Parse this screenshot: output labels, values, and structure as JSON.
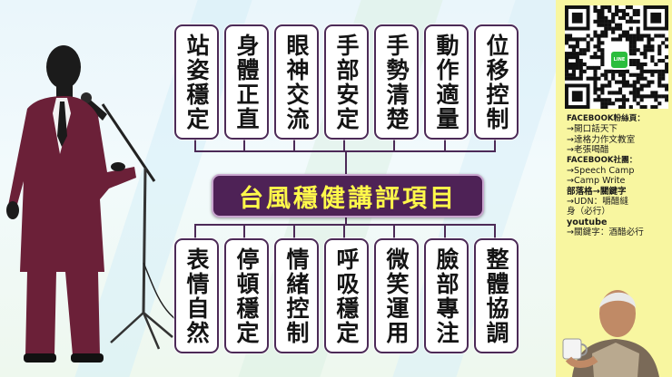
{
  "title": "台風穩健講評項目",
  "top_items": [
    "站姿穩定",
    "身體正直",
    "眼神交流",
    "手部安定",
    "手勢清楚",
    "動作適量",
    "位移控制"
  ],
  "bottom_items": [
    "表情自然",
    "停頓穩定",
    "情緒控制",
    "呼吸穩定",
    "微笑運用",
    "臉部專注",
    "整體協調"
  ],
  "sidebar": {
    "line_badge": "LINE",
    "facebook_page_heading": "FACEBOOK粉絲頁：",
    "facebook_pages": [
      "→開口話天下",
      "→達格力作文教室",
      "→老張喝醋"
    ],
    "facebook_group_heading": "FACEBOOK社團：",
    "facebook_groups": [
      "→Speech Camp",
      "→Camp Write"
    ],
    "blog_heading": "部落格→關鍵字",
    "blog_lines": [
      "→UDN：嚼醋縫",
      "身（必行）"
    ],
    "youtube_heading": "youtube",
    "youtube_lines": [
      "→關鍵字：酒醋必行"
    ]
  },
  "colors": {
    "card_border": "#4c2a57",
    "banner_bg": "#4e2256",
    "banner_text": "#fff94a",
    "sidebar_bg": "#f8f6a0",
    "suit": "#6b2038"
  }
}
